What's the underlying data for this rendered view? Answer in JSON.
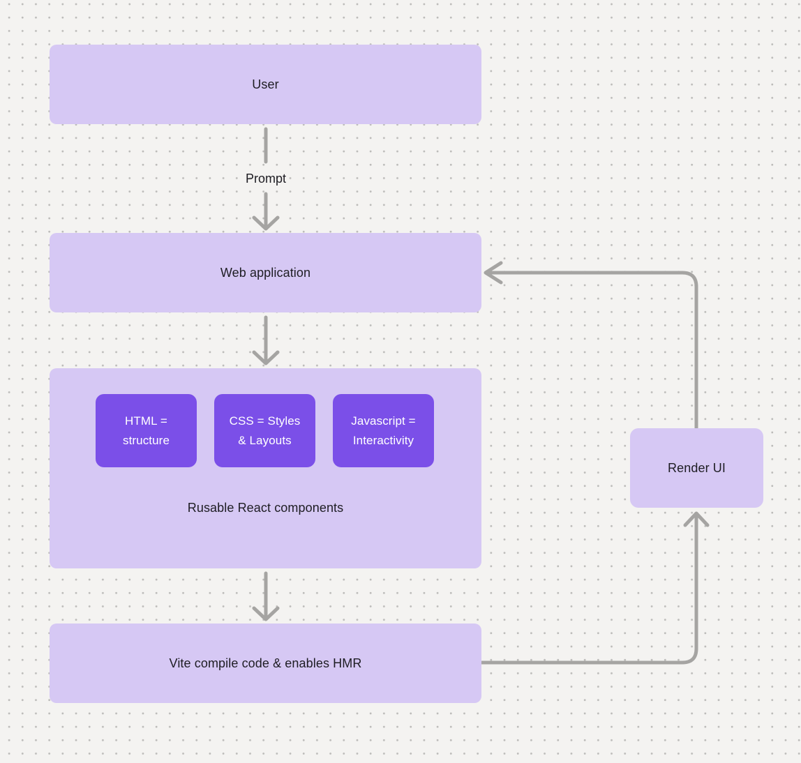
{
  "diagram": {
    "colors": {
      "bg": "#f4f3f1",
      "dot": "#bcbbb9",
      "node_fill": "#d6c8f4",
      "child_fill": "#7b4fe8",
      "child_text": "#ffffff",
      "label_text": "#1e1d23",
      "arrow": "#a5a4a2"
    },
    "nodes": {
      "user": {
        "label": "User"
      },
      "web_application": {
        "label": "Web application"
      },
      "components": {
        "label": "Rusable React components",
        "children": [
          {
            "line1": "HTML =",
            "line2": "structure"
          },
          {
            "line1": "CSS = Styles",
            "line2": "& Layouts"
          },
          {
            "line1": "Javascript =",
            "line2": "Interactivity"
          }
        ]
      },
      "vite": {
        "label": "Vite compile code & enables HMR"
      },
      "render_ui": {
        "label": "Render UI"
      }
    },
    "edge_labels": {
      "prompt": "Prompt"
    }
  }
}
